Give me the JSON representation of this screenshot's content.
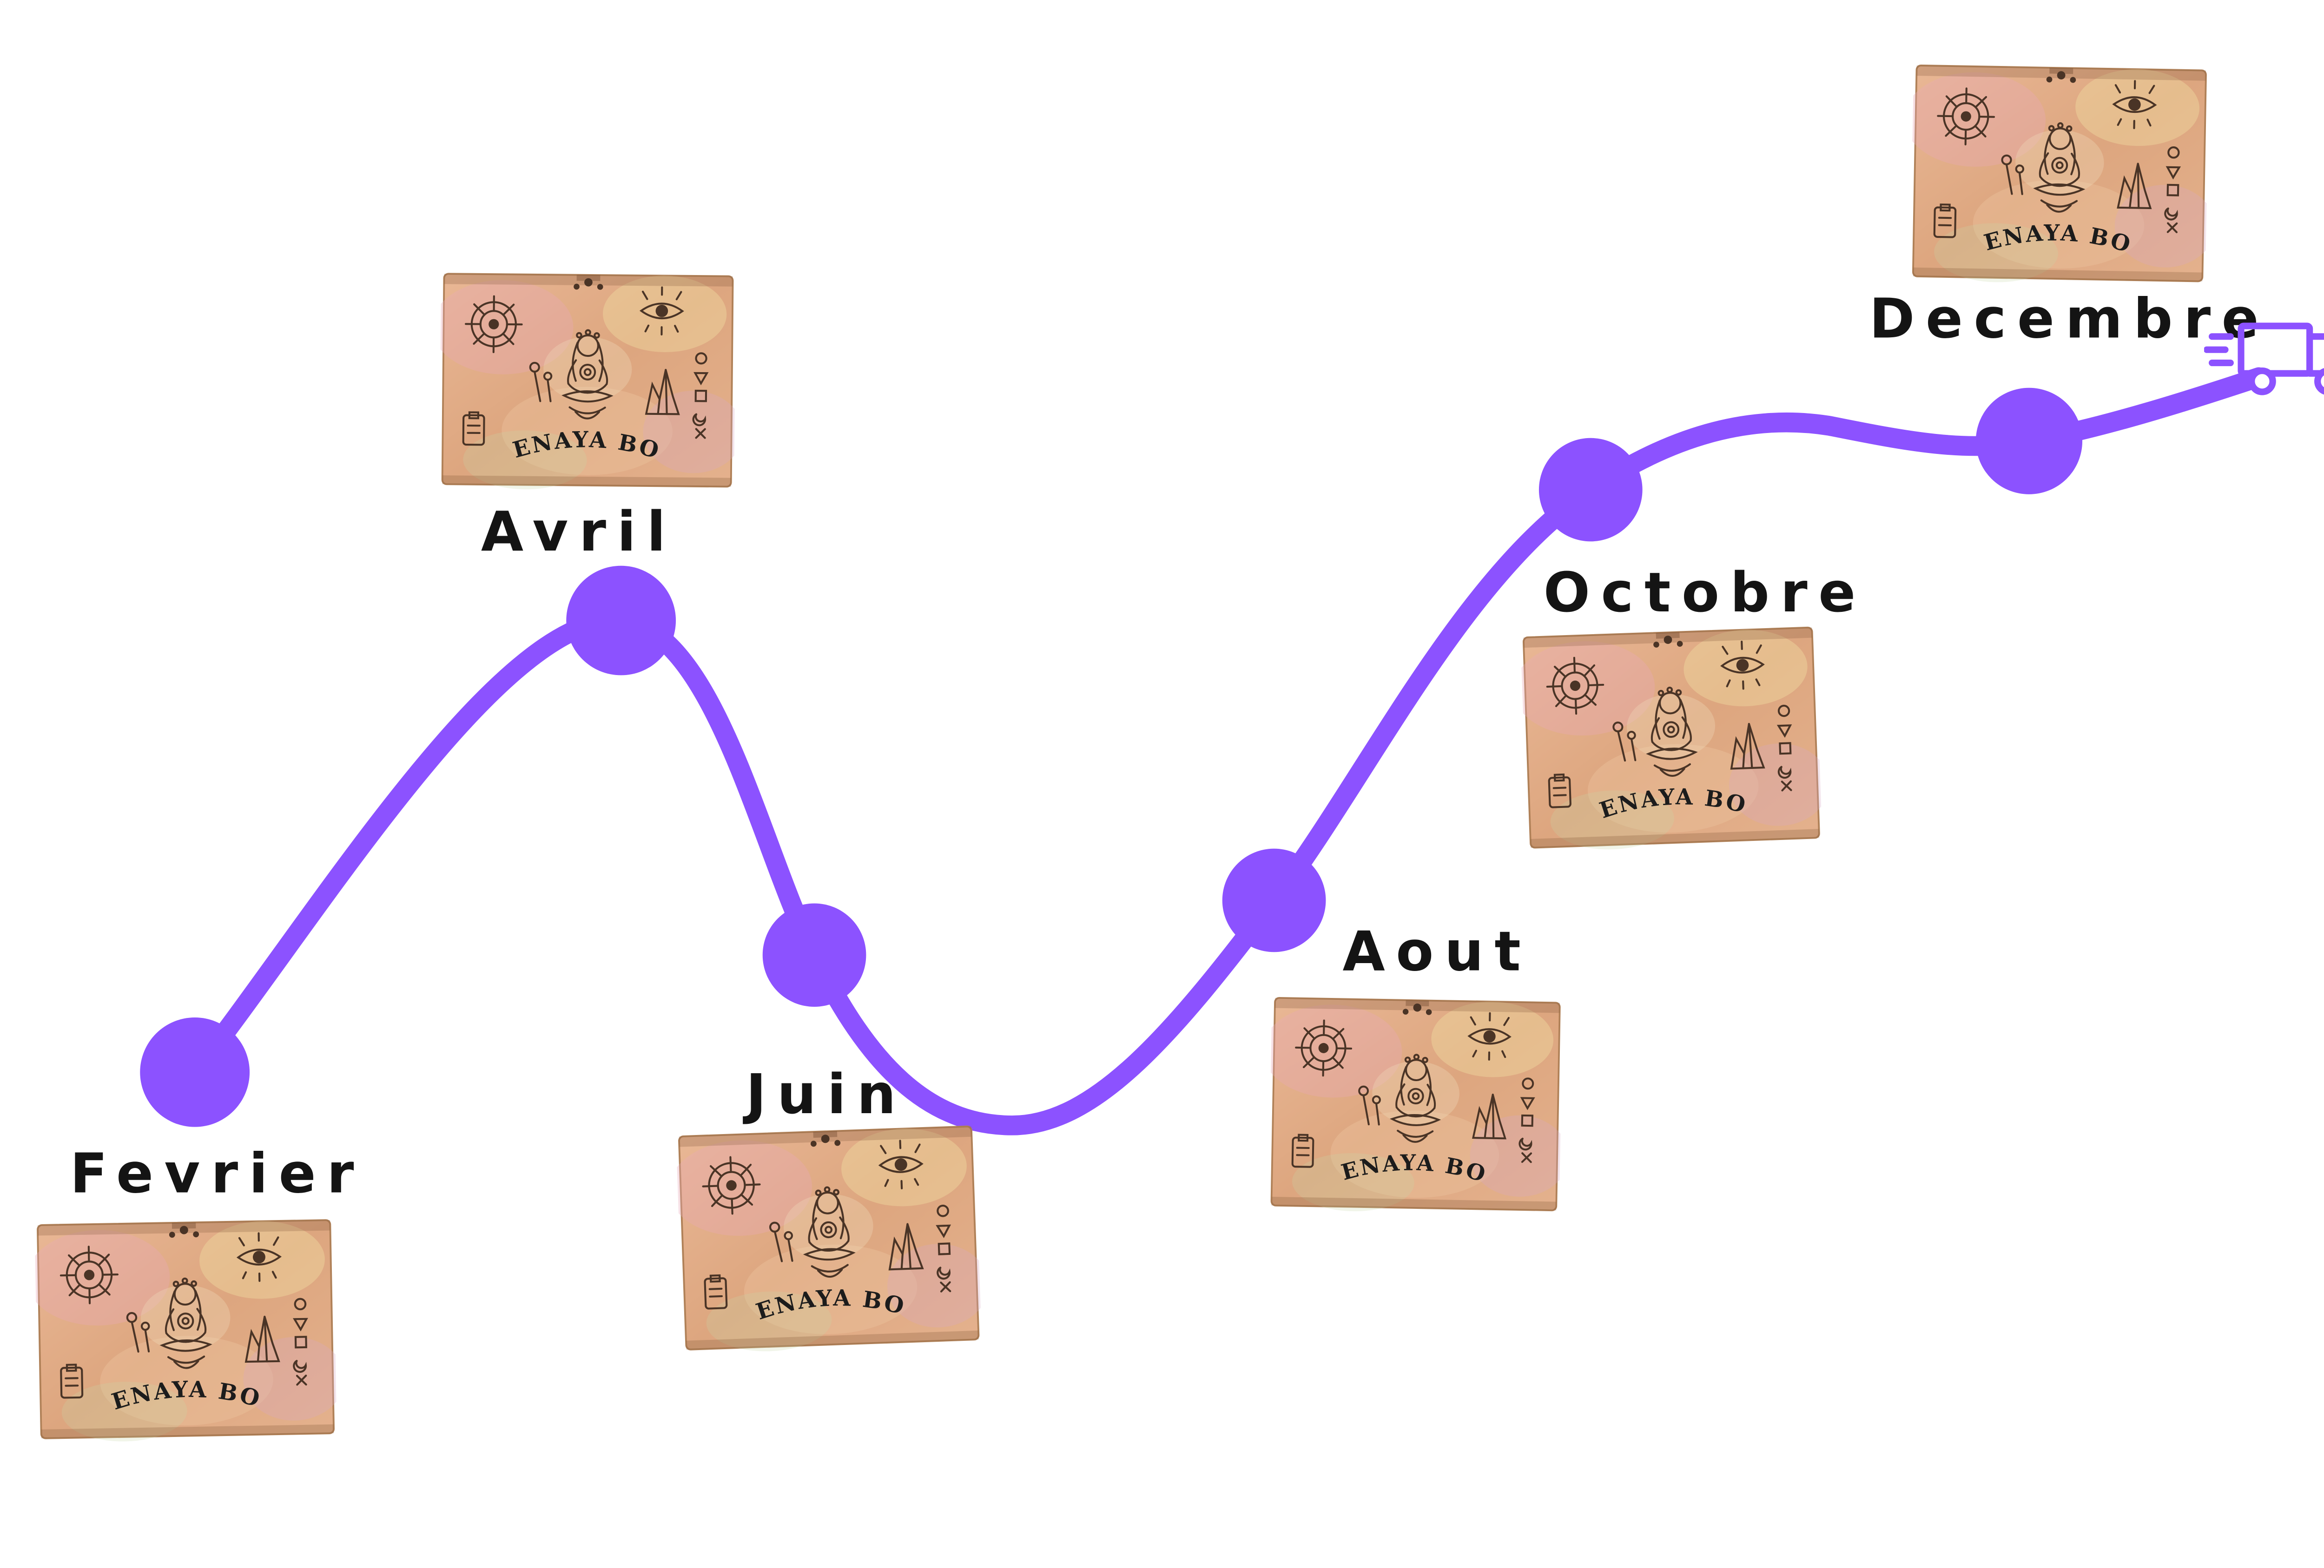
{
  "timeline": {
    "accent_color": "#8C52FF",
    "brand": "ZENAYA BOX",
    "milestones": [
      {
        "label": "Fevrier"
      },
      {
        "label": "Avril"
      },
      {
        "label": "Juin"
      },
      {
        "label": "Aout"
      },
      {
        "label": "Octobre"
      },
      {
        "label": "Decembre"
      }
    ],
    "end_icon": "delivery-truck-icon"
  }
}
